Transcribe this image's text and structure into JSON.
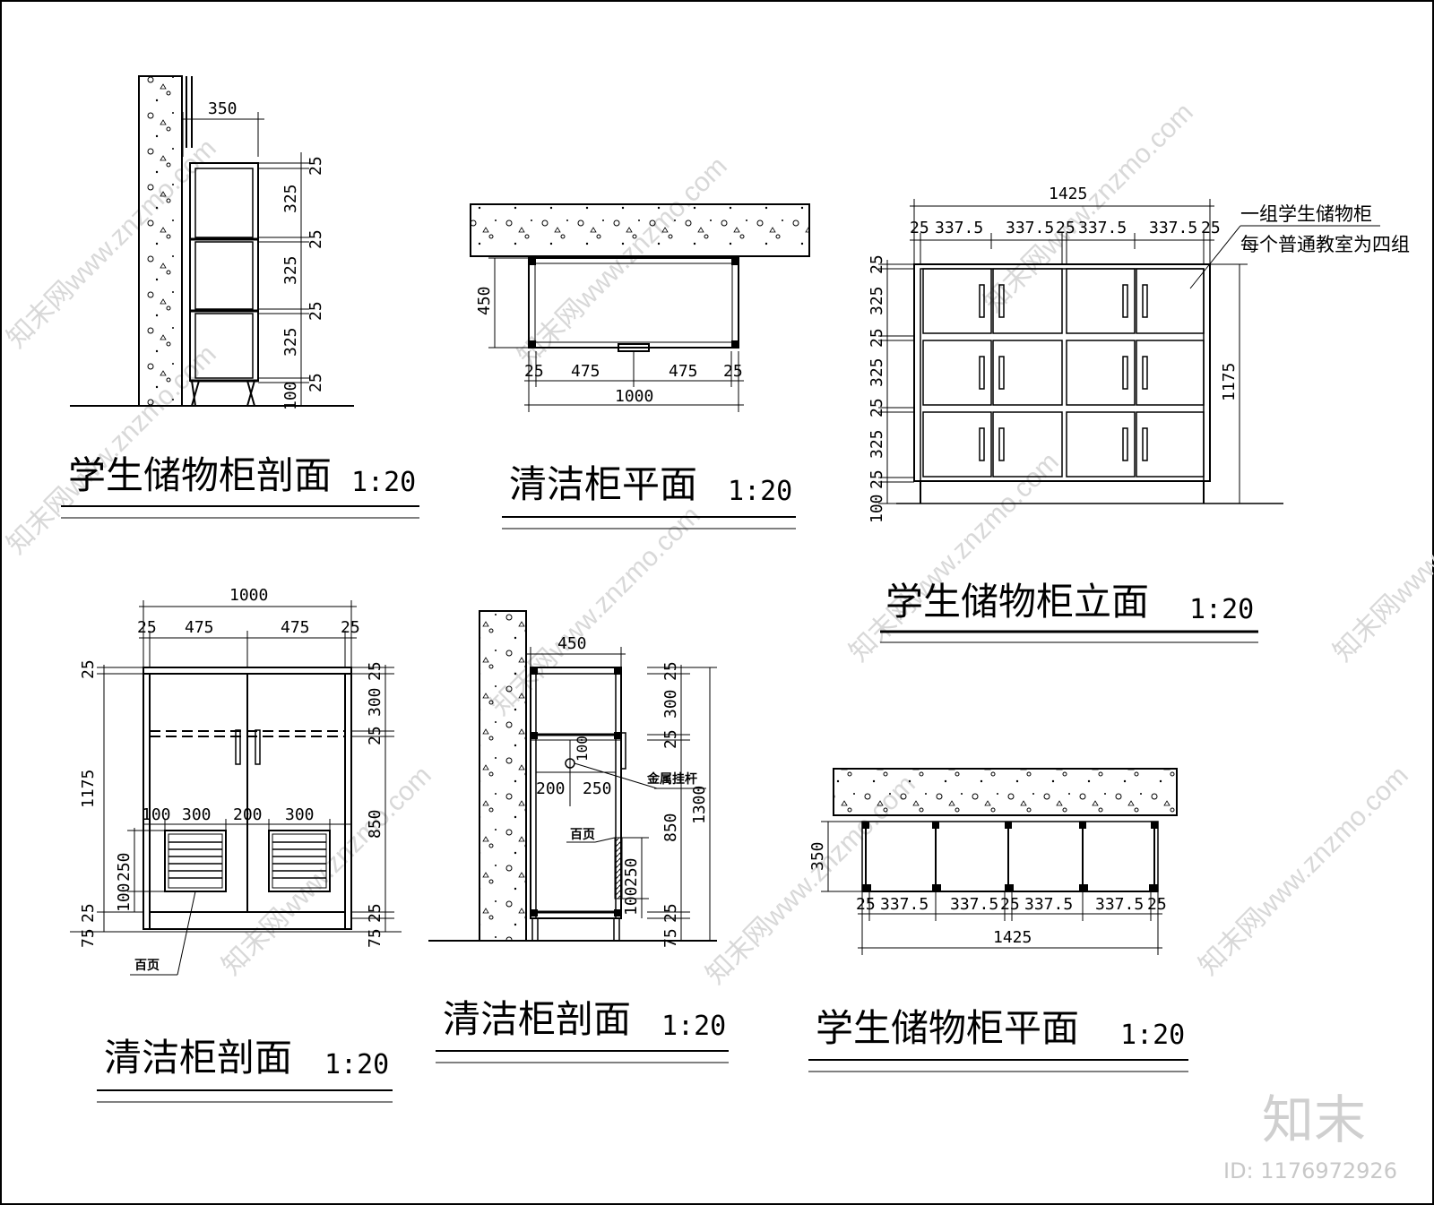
{
  "watermark": {
    "text": "知末网www.znzmo.com"
  },
  "branding": {
    "logo": "知末",
    "id_text": "ID: 1176972926"
  },
  "views": {
    "storage_section": {
      "title": "学生储物柜剖面",
      "scale": "1:20",
      "dims": {
        "depth": "350",
        "top": "25",
        "s1": "325",
        "g1": "25",
        "s2": "325",
        "g2": "25",
        "s3": "325",
        "g3": "25",
        "base": "100"
      }
    },
    "cleaning_plan": {
      "title": "清洁柜平面",
      "scale": "1:20",
      "dims": {
        "depth": "450",
        "l": "25",
        "a": "475",
        "b": "475",
        "r": "25",
        "total": "1000"
      }
    },
    "storage_elevation": {
      "title": "学生储物柜立面",
      "scale": "1:20",
      "note_line1": "一组学生储物柜",
      "note_line2": "每个普通教室为四组",
      "dims": {
        "total": "1425",
        "e1": "25",
        "w1": "337.5",
        "w2": "337.5",
        "m": "25",
        "w3": "337.5",
        "w4": "337.5",
        "e2": "25",
        "height": "1175",
        "v1": "25",
        "h1": "325",
        "v2": "25",
        "h2": "325",
        "v3": "25",
        "h3": "325",
        "v4": "25",
        "base": "100"
      }
    },
    "cleaning_elevation": {
      "title": "清洁柜剖面",
      "scale": "1:20",
      "louver_label": "百页",
      "dims": {
        "total": "1000",
        "l": "25",
        "a": "475",
        "b": "475",
        "r": "25",
        "height": "1175",
        "top": "25",
        "v300": "300",
        "v25": "25",
        "v850": "850",
        "vb25": "25",
        "vb75": "75",
        "lb75": "75",
        "lb25": "25",
        "lv100": "100",
        "lv250": "250",
        "lw100": "100",
        "lw300a": "300",
        "lw200": "200",
        "lw300b": "300",
        "rt25": "25"
      }
    },
    "cleaning_section": {
      "title": "清洁柜剖面",
      "scale": "1:20",
      "rod_label": "金属挂杆",
      "louver_label": "百页",
      "dims": {
        "depth": "450",
        "top": "25",
        "v300": "300",
        "v25": "25",
        "v850": "850",
        "vb25": "25",
        "vb75": "75",
        "total": "1300",
        "h200": "200",
        "h250": "250",
        "h100": "100",
        "lv250": "250",
        "lv100": "100"
      }
    },
    "storage_plan": {
      "title": "学生储物柜平面",
      "scale": "1:20",
      "dims": {
        "depth": "350",
        "e1": "25",
        "w1": "337.5",
        "w2": "337.5",
        "m": "25",
        "w3": "337.5",
        "w4": "337.5",
        "e2": "25",
        "total": "1425"
      }
    }
  }
}
